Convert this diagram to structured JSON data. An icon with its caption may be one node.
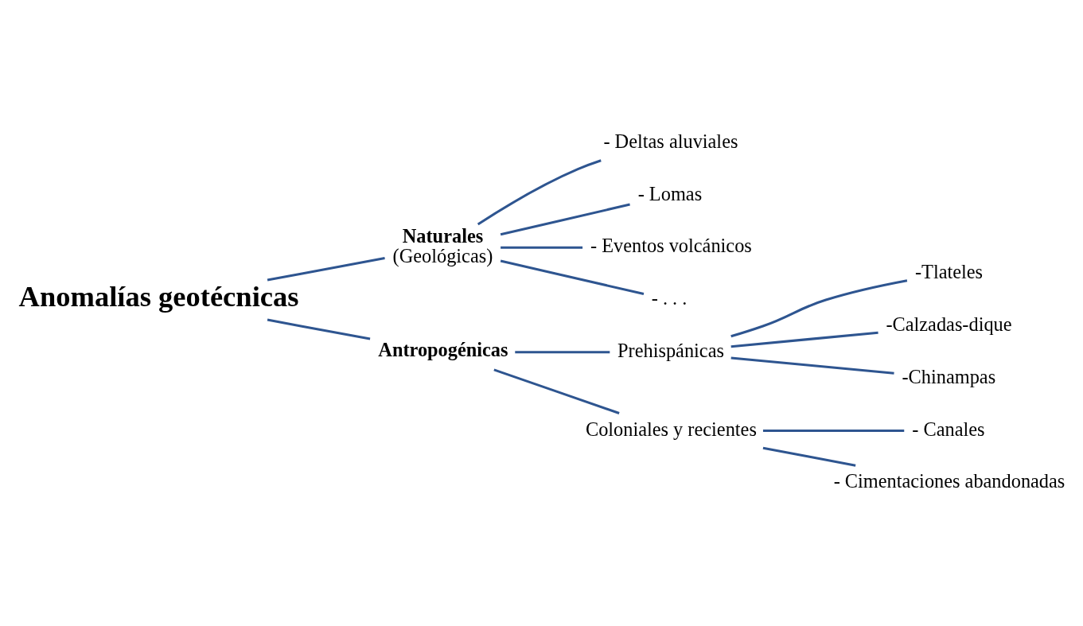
{
  "diagram": {
    "nodes": [
      {
        "text": [
          "Anomalías geotécnicas"
        ]
      },
      {
        "text": [
          "Naturales",
          "(Geológicas)"
        ]
      },
      {
        "text": [
          "- Deltas aluviales"
        ]
      },
      {
        "text": [
          "- Lomas"
        ]
      },
      {
        "text": [
          "- Eventos volcánicos"
        ]
      },
      {
        "text": [
          "- . . ."
        ]
      },
      {
        "text": [
          "Antropogénicas"
        ]
      },
      {
        "text": [
          "Prehispánicas"
        ]
      },
      {
        "text": [
          "-Tlateles"
        ]
      },
      {
        "text": [
          "-Calzadas-dique"
        ]
      },
      {
        "text": [
          "-Chinampas"
        ]
      },
      {
        "text": [
          "Coloniales y recientes"
        ]
      },
      {
        "text": [
          "- Canales"
        ]
      },
      {
        "text": [
          "- Cimentaciones abandonadas"
        ]
      }
    ],
    "edges": [
      {
        "from": 0,
        "to": 1,
        "arrow": "none"
      },
      {
        "from": 0,
        "to": 6,
        "arrow": "none"
      },
      {
        "from": 1,
        "to": 2,
        "arrow": "none"
      },
      {
        "from": 1,
        "to": 3,
        "arrow": "none"
      },
      {
        "from": 1,
        "to": 4,
        "arrow": "none"
      },
      {
        "from": 1,
        "to": 5,
        "arrow": "none"
      },
      {
        "from": 6,
        "to": 7,
        "arrow": "none"
      },
      {
        "from": 6,
        "to": 11,
        "arrow": "none"
      },
      {
        "from": 7,
        "to": 8,
        "arrow": "none"
      },
      {
        "from": 7,
        "to": 9,
        "arrow": "none"
      },
      {
        "from": 7,
        "to": 10,
        "arrow": "none"
      },
      {
        "from": 11,
        "to": 12,
        "arrow": "none"
      },
      {
        "from": 11,
        "to": 13,
        "arrow": "none"
      }
    ]
  }
}
